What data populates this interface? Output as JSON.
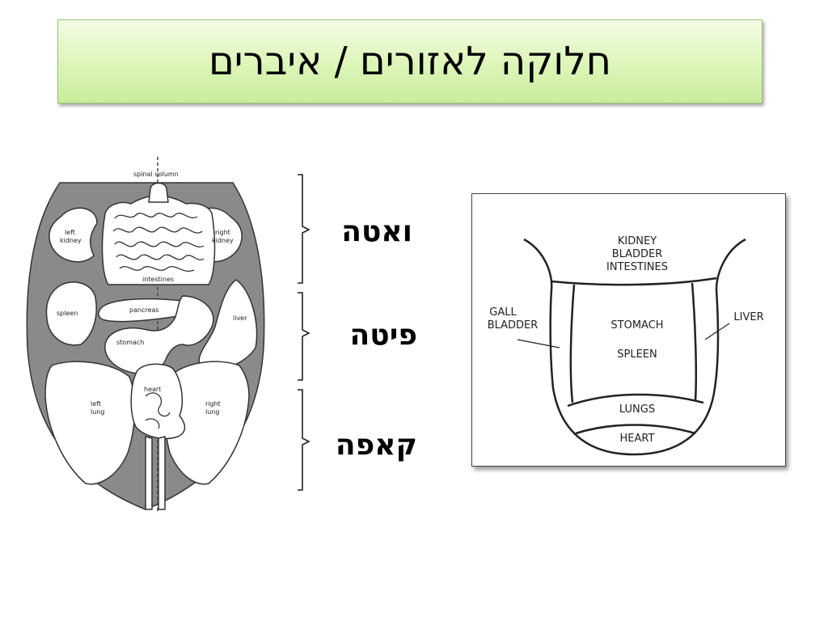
{
  "title": "חלוקה לאזורים / איברים",
  "regions": [
    {
      "label": "ואטה"
    },
    {
      "label": "פיטה"
    },
    {
      "label": "קאפה"
    }
  ],
  "left_diagram": {
    "labels": {
      "spinal_column": "spinal column",
      "left_kidney": [
        "left",
        "kidney"
      ],
      "right_kidney": [
        "right",
        "kidney"
      ],
      "intestines": "intestines",
      "pancreas": "pancreas",
      "spleen": "spleen",
      "liver": "liver",
      "stomach": "stomach",
      "heart": "heart",
      "left_lung": [
        "left",
        "lung"
      ],
      "right_lung": [
        "right",
        "lung"
      ]
    }
  },
  "right_diagram": {
    "labels": {
      "top": [
        "KIDNEY",
        "BLADDER",
        "INTESTINES"
      ],
      "gall_bladder": [
        "GALL",
        "BLADDER"
      ],
      "liver": "LIVER",
      "stomach": "STOMACH",
      "spleen": "SPLEEN",
      "lungs": "LUNGS",
      "heart": "HEART"
    }
  }
}
